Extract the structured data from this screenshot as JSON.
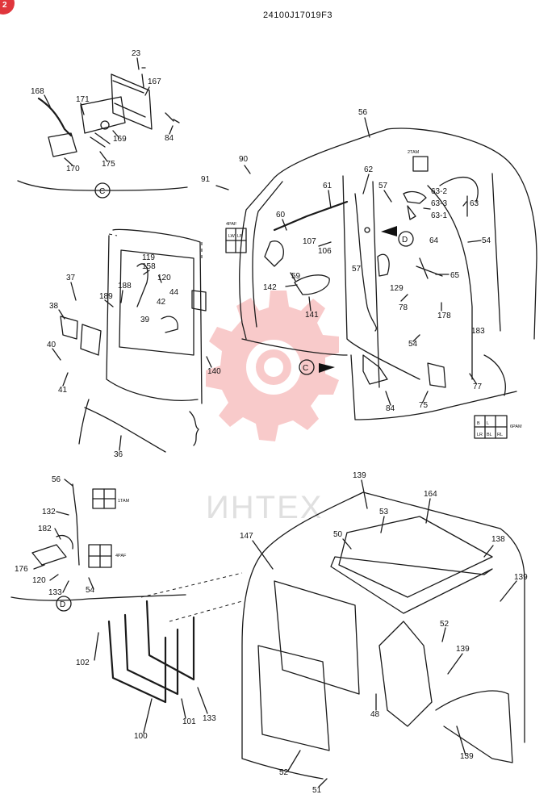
{
  "drawing_code": "24100J17019F3",
  "watermark_text": "ИНТЕХ",
  "corner_badge": "2",
  "detail_markers": {
    "c": "C",
    "d": "D"
  },
  "connector_texts": {
    "conn_4paf": "4PAF",
    "conn_1tam": "1TAM",
    "conn_6pam": "6PAM",
    "conn_2tam": "2TAM",
    "conn_lw": "LW",
    "conn_lb": "LB",
    "conn_b": "B",
    "conn_l": "L",
    "conn_bl": "BL",
    "conn_lr": "LR",
    "conn_rl": "RL"
  },
  "part_labels": {
    "p23": "23",
    "p167": "167",
    "p168": "168",
    "p171": "171",
    "p169": "169",
    "p84a": "84",
    "p170": "170",
    "p175": "175",
    "p56a": "56",
    "p90": "90",
    "p91": "91",
    "p62": "62",
    "p61": "61",
    "p57a": "57",
    "p63_2": "63-2",
    "p63_3": "63-3",
    "p63": "63",
    "p63_1": "63-1",
    "p64": "64",
    "p60": "60",
    "p107": "107",
    "p106": "106",
    "p57b": "57",
    "p59": "59",
    "p54a": "54",
    "p65": "65",
    "p142": "142",
    "p141": "141",
    "p129": "129",
    "p78": "78",
    "p178": "178",
    "p183": "183",
    "p54b": "54",
    "p37": "37",
    "p119": "119",
    "p158": "158",
    "p120a": "120",
    "p188": "188",
    "p189": "189",
    "p44": "44",
    "p42": "42",
    "p38": "38",
    "p39": "39",
    "p40": "40",
    "p140": "140",
    "p41": "41",
    "p36": "36",
    "p84b": "84",
    "p75": "75",
    "p77": "77",
    "p56b": "56",
    "p132": "132",
    "p182": "182",
    "p176": "176",
    "p120b": "120",
    "p133": "133",
    "p54c": "54",
    "p139a": "139",
    "p164": "164",
    "p53": "53",
    "p147": "147",
    "p50": "50",
    "p138": "138",
    "p139b": "139",
    "p52a": "52",
    "p139c": "139",
    "p102": "102",
    "p48": "48",
    "p100": "100",
    "p101": "101",
    "p103": "133",
    "p139d": "139",
    "p52b": "52",
    "p51": "51"
  }
}
